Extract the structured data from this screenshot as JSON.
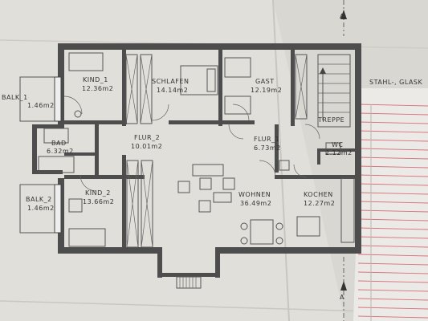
{
  "rooms": [
    {
      "id": "kind1",
      "name": "KIND_1",
      "area": "12.36m2"
    },
    {
      "id": "schlafen",
      "name": "SCHLAFEN",
      "area": "14.14m2"
    },
    {
      "id": "gast",
      "name": "GAST",
      "area": "12.19m2"
    },
    {
      "id": "balk1",
      "name": "BALK_1",
      "area": "1.46m2"
    },
    {
      "id": "bad",
      "name": "BAD",
      "area": "6.32m2"
    },
    {
      "id": "flur2",
      "name": "FLUR_2",
      "area": "10.01m2"
    },
    {
      "id": "flur1",
      "name": "FLUR_1",
      "area": "6.73m2"
    },
    {
      "id": "wc",
      "name": "WC",
      "area": "2.12m2"
    },
    {
      "id": "balk2",
      "name": "BALK_2",
      "area": "1.46m2"
    },
    {
      "id": "kind2",
      "name": "KIND_2",
      "area": "13.66m2"
    },
    {
      "id": "wohnen",
      "name": "WOHNEN",
      "area": "36.49m2"
    },
    {
      "id": "kochen",
      "name": "KOCHEN",
      "area": "12.27m2"
    }
  ],
  "treppe": "TREPPE",
  "side_label": "STAHL-, GLASK",
  "section_mark": "A",
  "colors": {
    "wall": "#4d4d4d",
    "paper": "#e2e0db",
    "ruling": "#d9707a"
  }
}
